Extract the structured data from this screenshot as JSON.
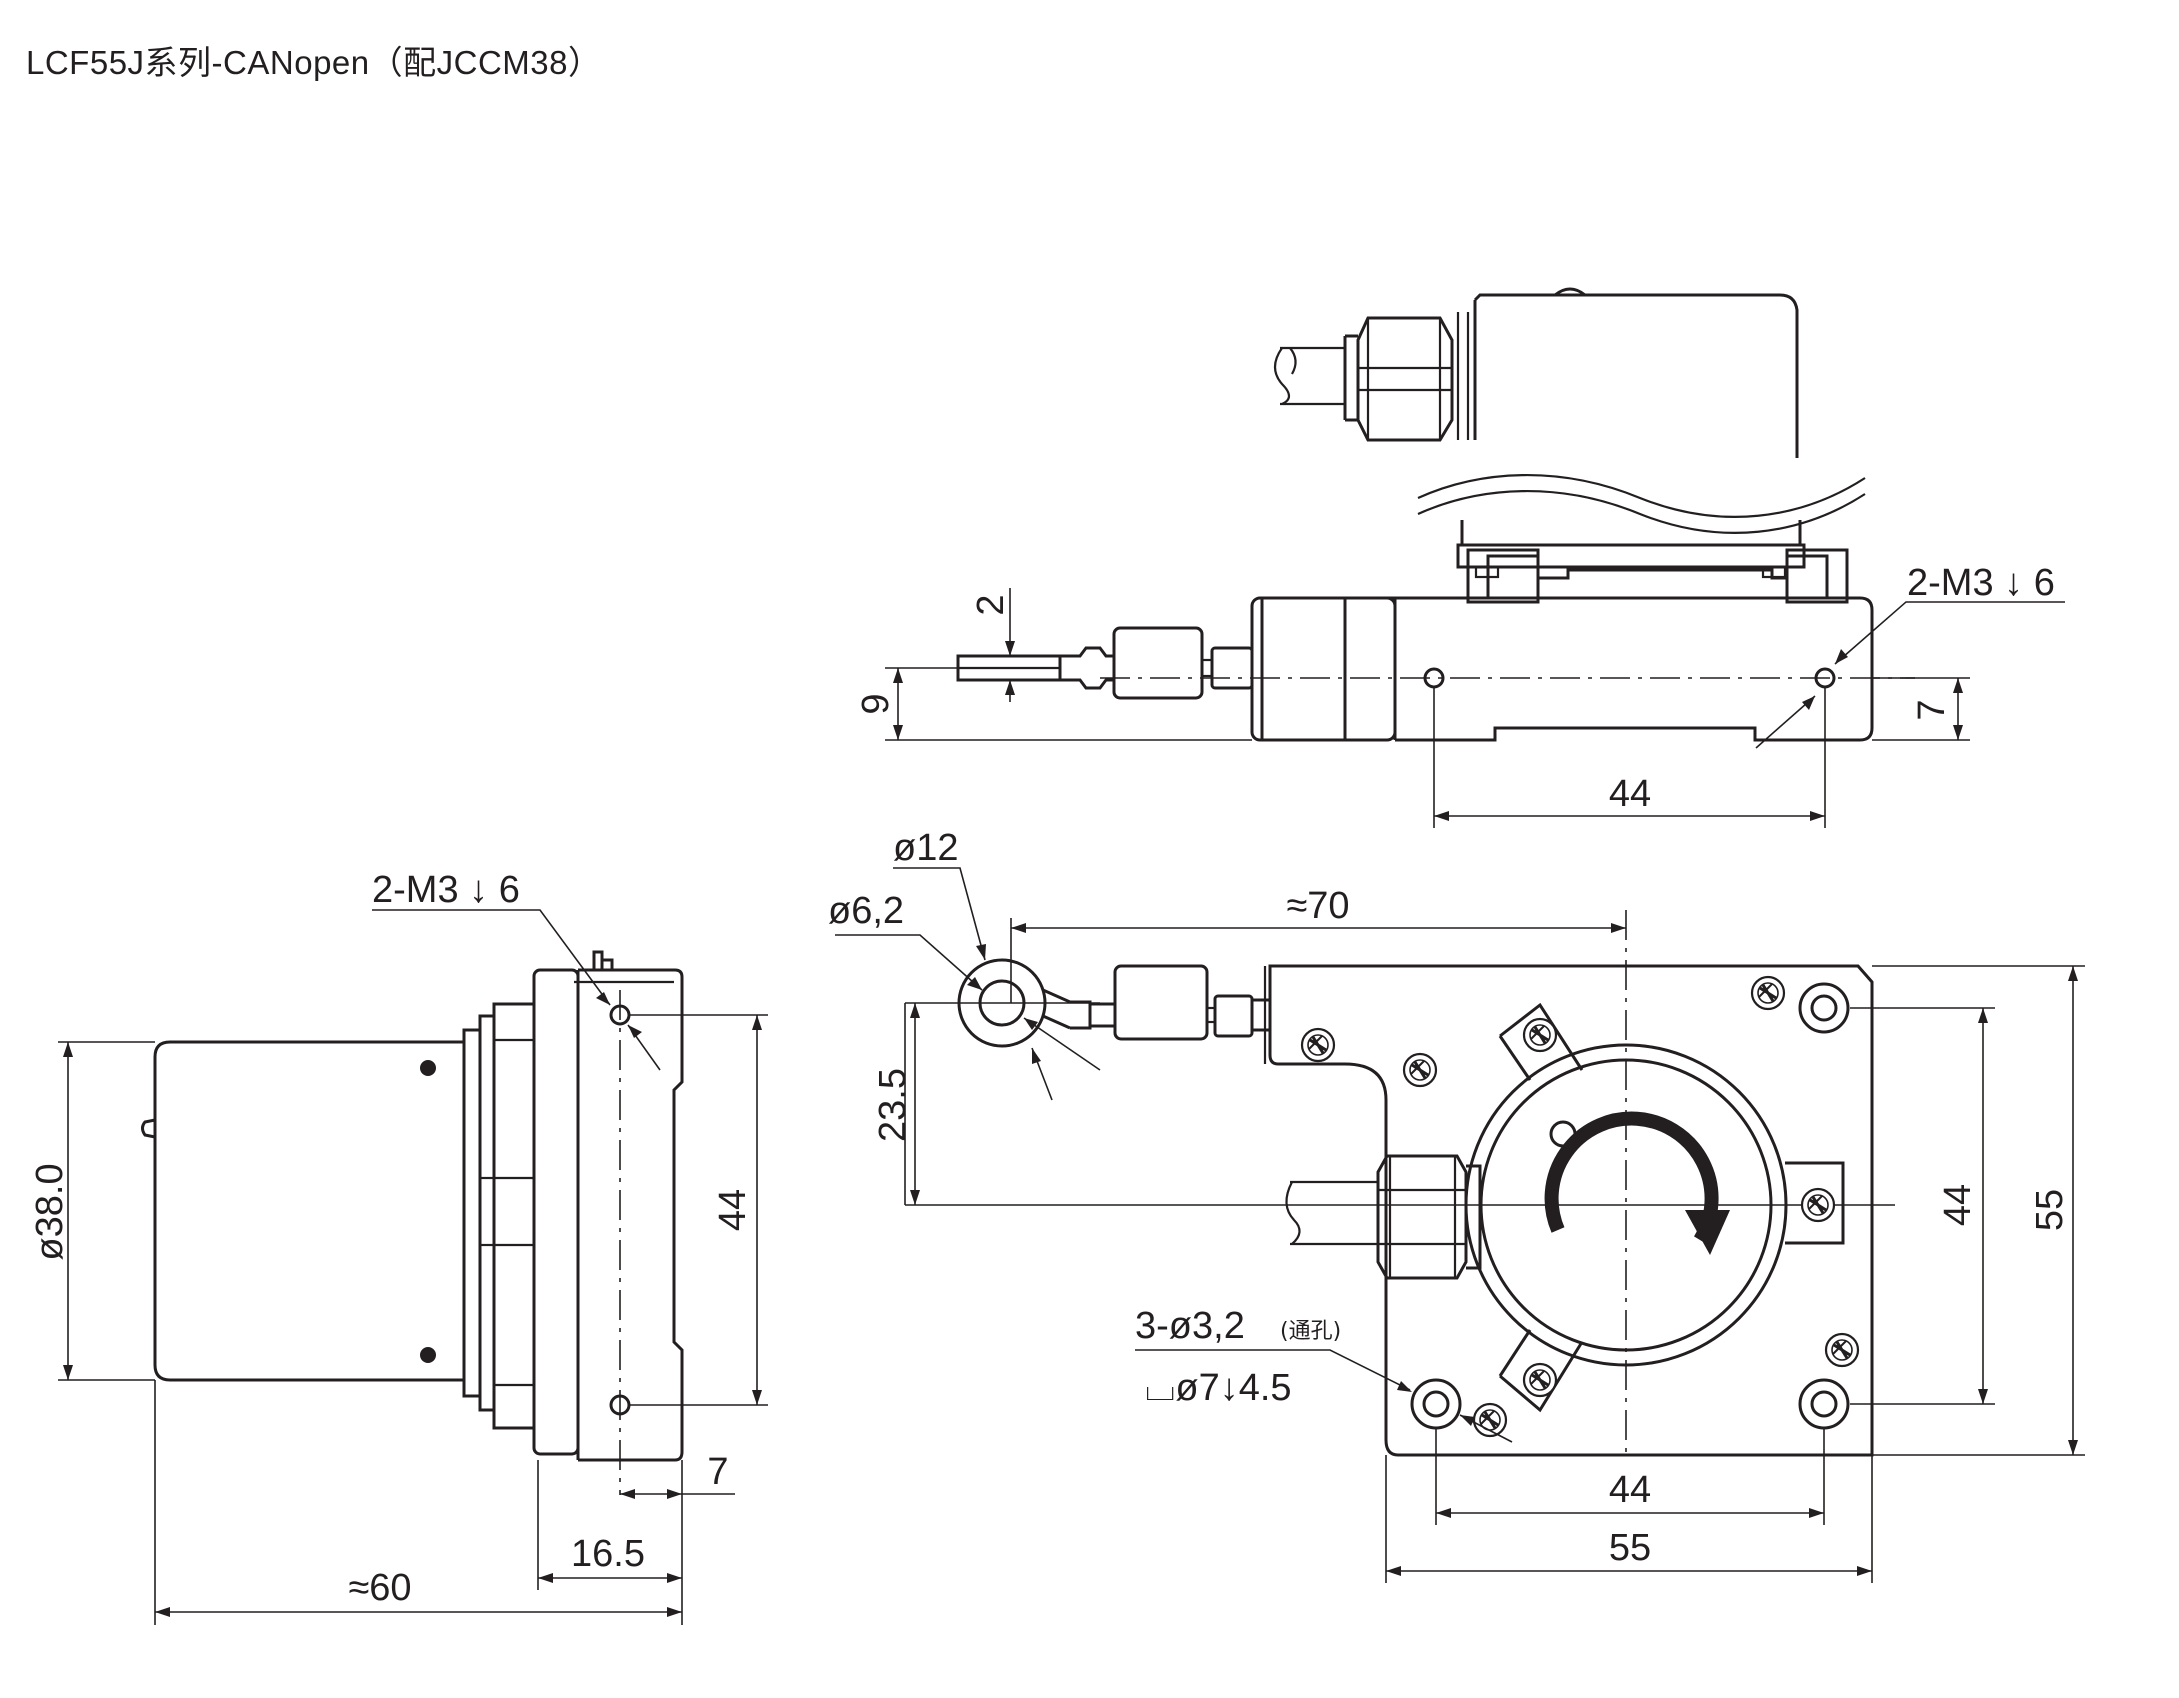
{
  "title": "LCF55J系列-CANopen（配JCCM38）",
  "labels": {
    "top_m3": "2-M3 ↓ 6",
    "top_dim_2": "2",
    "top_dim_9": "9",
    "top_dim_7": "7",
    "top_dim_44": "44",
    "side_m3": "2-M3 ↓ 6",
    "side_dia38": "ø38.0",
    "side_44": "44",
    "side_7": "7",
    "side_16_5": "16.5",
    "side_60": "≈60",
    "front_dia12": "ø12",
    "front_dia6_2": "ø6,2",
    "front_70": "≈70",
    "front_23_5": "23.5",
    "front_44_v": "44",
    "front_55_v": "55",
    "front_holes": "3-ø3,2",
    "front_holes_note": "(通孔)",
    "front_cbore": "⌴ø7↓4.5",
    "front_44_h": "44",
    "front_55_h": "55"
  }
}
